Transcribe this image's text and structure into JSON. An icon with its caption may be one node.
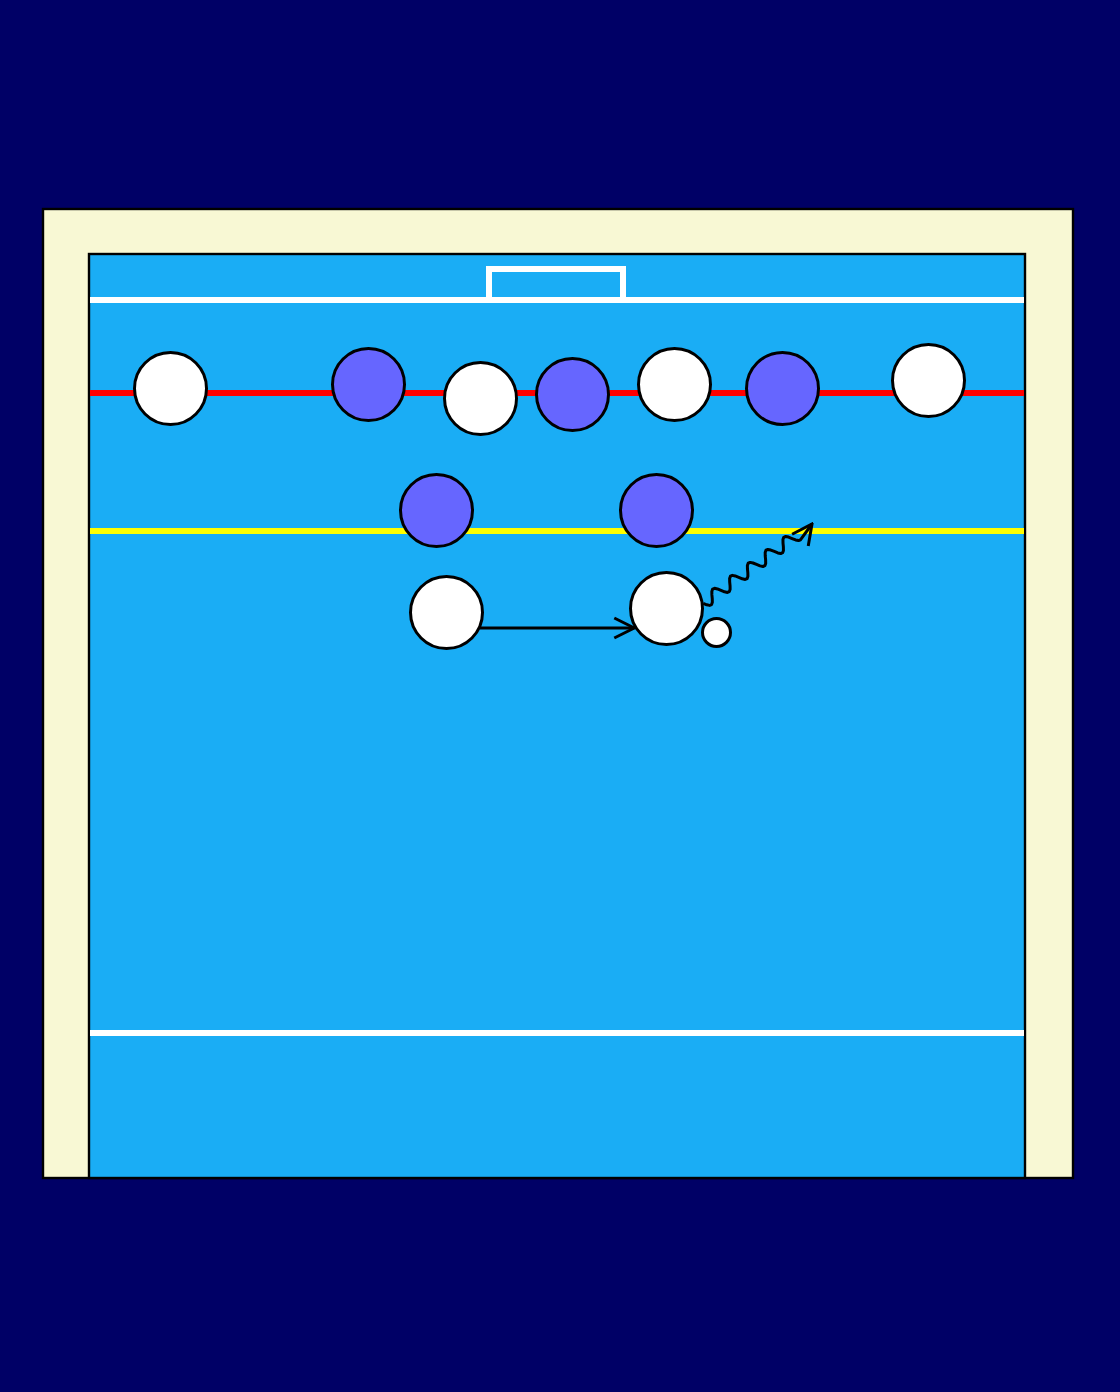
{
  "diagram": {
    "nodes": [
      {
        "text": [],
        "shape": "circle"
      },
      {
        "text": [],
        "shape": "circle"
      },
      {
        "text": [],
        "shape": "circle"
      },
      {
        "text": [],
        "shape": "circle"
      },
      {
        "text": [],
        "shape": "circle"
      },
      {
        "text": [],
        "shape": "circle"
      },
      {
        "text": [],
        "shape": "circle"
      },
      {
        "text": [],
        "shape": "circle"
      },
      {
        "text": [],
        "shape": "circle"
      },
      {
        "text": [],
        "shape": "circle"
      },
      {
        "text": [],
        "shape": "circle"
      },
      {
        "text": [],
        "shape": "circle"
      }
    ],
    "edges": [
      {
        "from": 9,
        "to": 10,
        "arrow": "to"
      },
      {
        "from": 10,
        "to": null,
        "arrow": "to"
      }
    ]
  }
}
